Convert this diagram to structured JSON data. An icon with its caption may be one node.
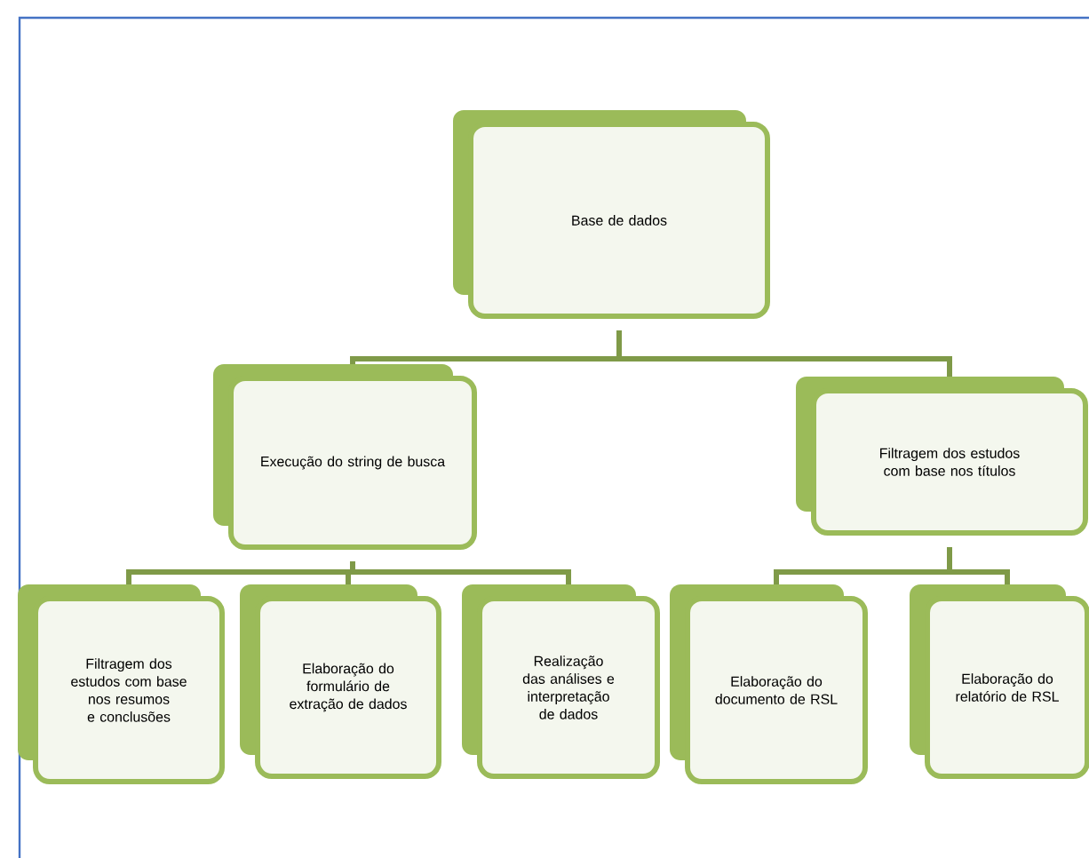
{
  "diagram": {
    "nodes": [
      {
        "text": [
          "Base de dados"
        ]
      },
      {
        "text": [
          "Execução do string de busca"
        ]
      },
      {
        "text": [
          "Filtragem dos estudos com base nos títulos"
        ]
      },
      {
        "text": [
          "Filtragem dos estudos com base nos resumos e conclusões"
        ]
      },
      {
        "text": [
          "Elaboração do formulário de extração de dados"
        ]
      },
      {
        "text": [
          "Realização das análises e interpretação de dados"
        ]
      },
      {
        "text": [
          "Elaboração do documento de RSL"
        ]
      },
      {
        "text": [
          "Elaboração do relatório de RSL"
        ]
      }
    ],
    "edges": [
      {
        "from": 0,
        "to": 1,
        "arrow": "none"
      },
      {
        "from": 0,
        "to": 2,
        "arrow": "none"
      },
      {
        "from": 1,
        "to": 3,
        "arrow": "none"
      },
      {
        "from": 1,
        "to": 4,
        "arrow": "none"
      },
      {
        "from": 1,
        "to": 5,
        "arrow": "none"
      },
      {
        "from": 2,
        "to": 6,
        "arrow": "none"
      },
      {
        "from": 2,
        "to": 7,
        "arrow": "none"
      }
    ]
  }
}
